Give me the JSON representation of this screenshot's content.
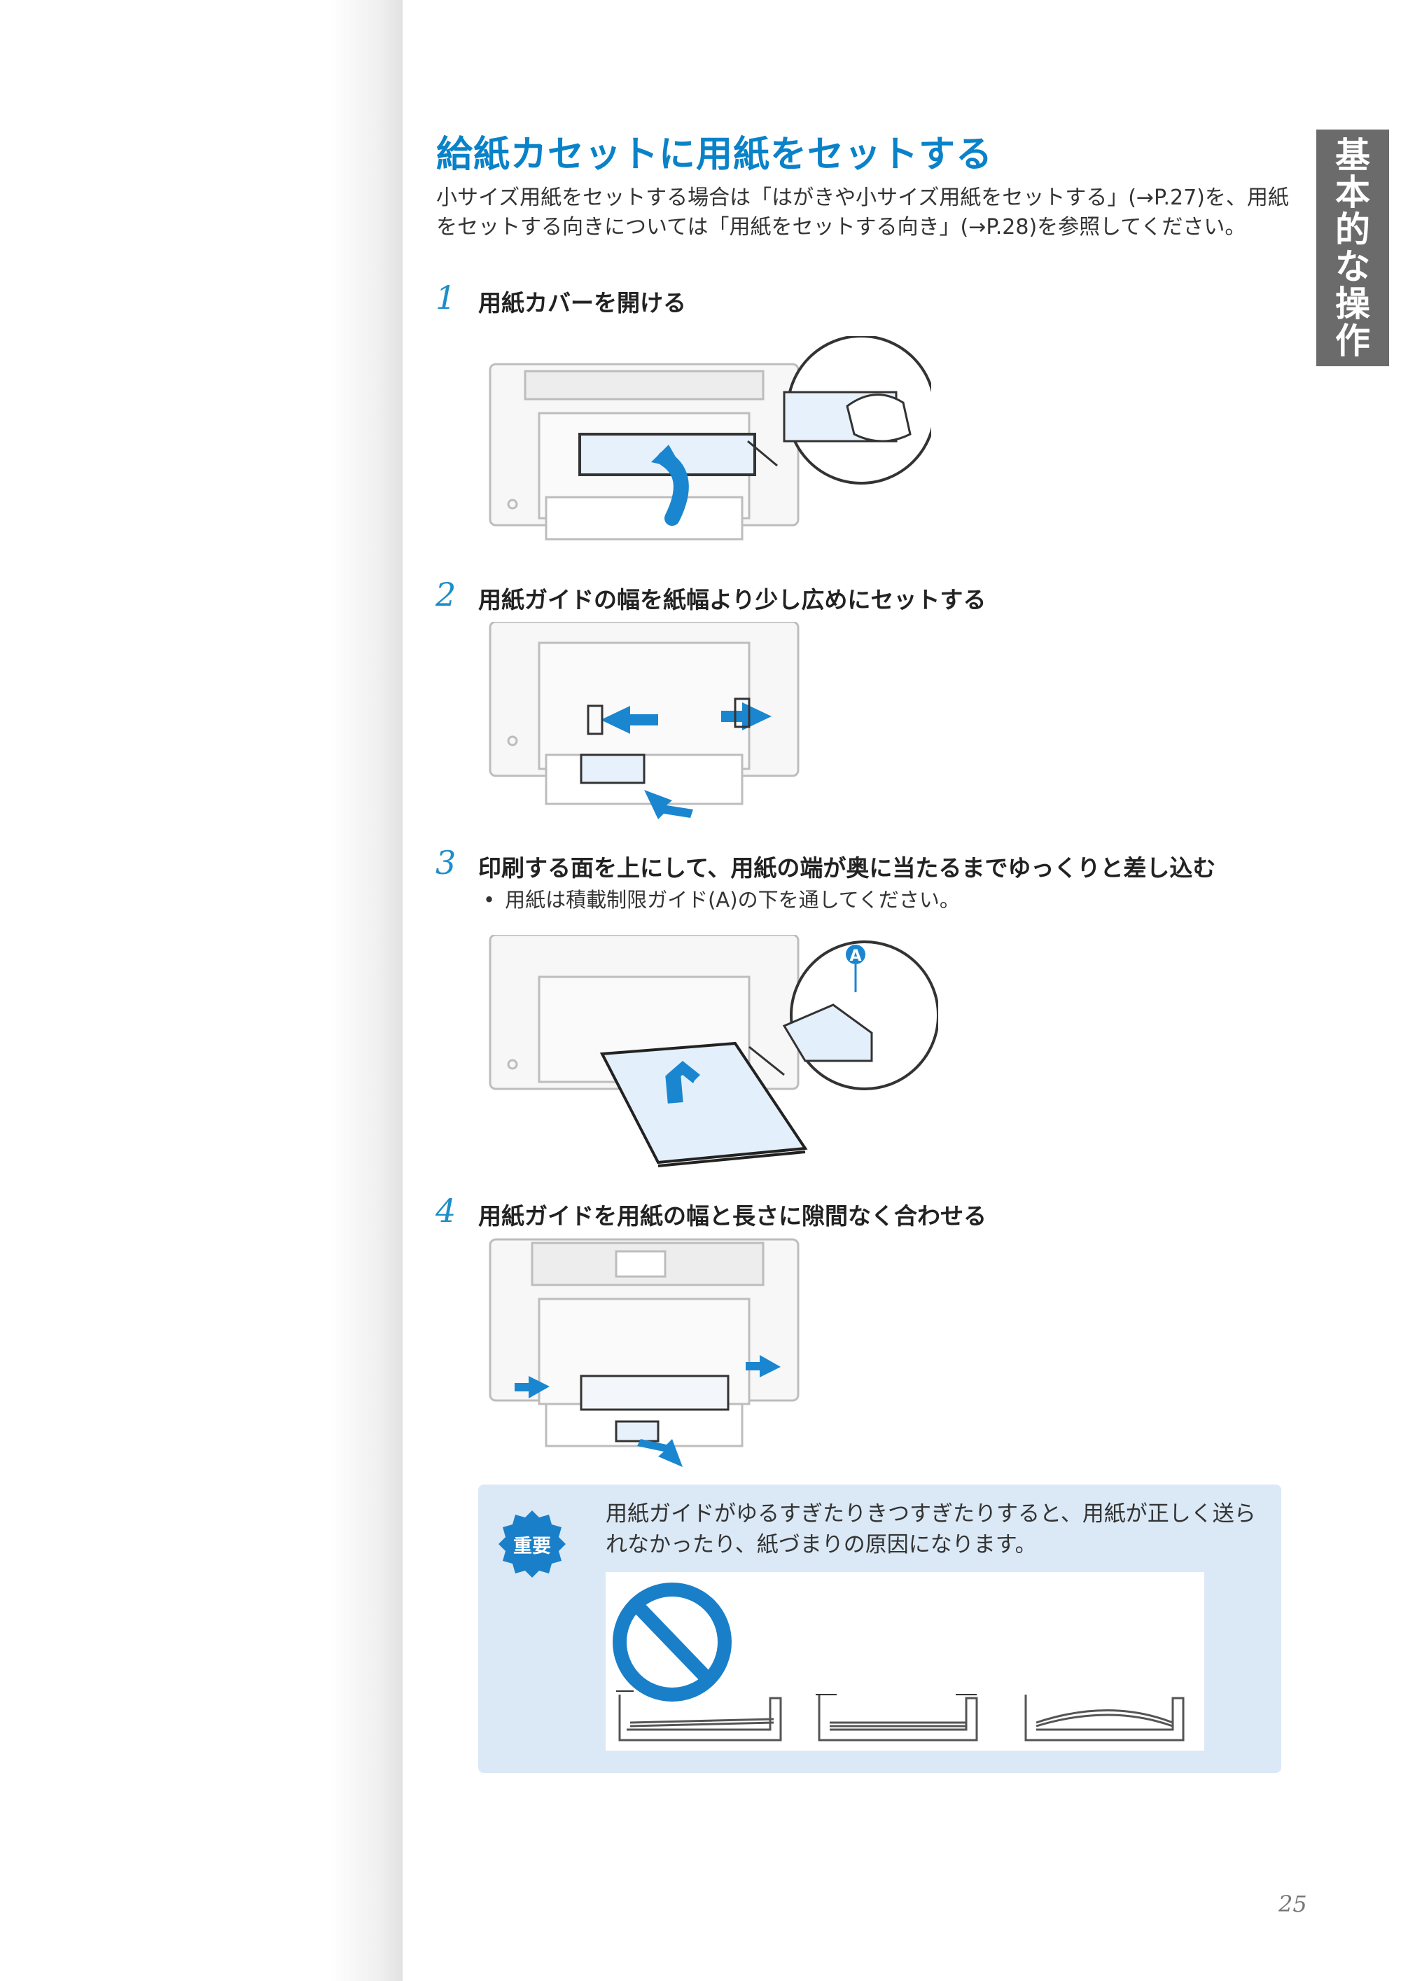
{
  "side_tab": {
    "label": [
      "基",
      "本",
      "的",
      "な",
      "操",
      "作"
    ]
  },
  "section": {
    "title": "給紙カセットに用紙をセットする",
    "intro": "小サイズ用紙をセットする場合は「はがきや小サイズ用紙をセットする」(→P.27)を、用紙をセットする向きについては「用紙をセットする向き」(→P.28)を参照してください。"
  },
  "steps": [
    {
      "number": "1",
      "text": "用紙カバーを開ける"
    },
    {
      "number": "2",
      "text": "用紙ガイドの幅を紙幅より少し広めにセットする"
    },
    {
      "number": "3",
      "text": "印刷する面を上にして、用紙の端が奥に当たるまでゆっくりと差し込む",
      "bullet": "用紙は積載制限ガイド(A)の下を通してください。",
      "callout_label": "A"
    },
    {
      "number": "4",
      "text": "用紙ガイドを用紙の幅と長さに隙間なく合わせる"
    }
  ],
  "notice": {
    "badge": "重要",
    "text": "用紙ガイドがゆるすぎたりきつすぎたりすると、用紙が正しく送られなかったり、紙づまりの原因になります。"
  },
  "colors": {
    "accent": "#0a82c8",
    "arrow": "#1a86cf",
    "notice_bg": "#dbe9f6",
    "tab": "#6b6b6b"
  },
  "page_number": "25"
}
